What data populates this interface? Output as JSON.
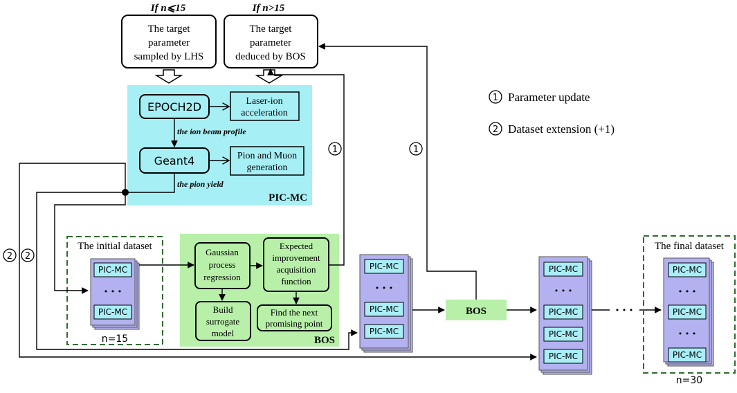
{
  "top": {
    "cond_left": "If n⩽15",
    "cond_right": "If n>15",
    "box_left": [
      "The target",
      "parameter",
      "sampled by LHS"
    ],
    "box_right": [
      "The target",
      "parameter",
      "deduced by BOS"
    ]
  },
  "picmc": {
    "label": "PIC-MC",
    "epoch": "EPOCH2D",
    "laser": [
      "Laser-ion",
      "acceleration"
    ],
    "beam_profile": "the ion beam profile",
    "geant": "Geant4",
    "pion": [
      "Pion and Muon",
      "generation"
    ],
    "pion_yield": "the pion yield"
  },
  "bos_panel": {
    "label": "BOS",
    "gpr": [
      "Gaussian",
      "process",
      "regression"
    ],
    "ei": [
      "Expected",
      "improvement",
      "acquisition",
      "function"
    ],
    "surrogate": [
      "Build",
      "surrogate",
      "model"
    ],
    "next_point": [
      "Find the next",
      "promising point"
    ]
  },
  "legend": {
    "item1_num": "1",
    "item1_text": "Parameter update",
    "item2_num": "2",
    "item2_text": "Dataset extension (+1)"
  },
  "markers": {
    "one": "1",
    "two": "2"
  },
  "datasets": {
    "initial_title": "The initial dataset",
    "initial_count": "n=15",
    "final_title": "The final dataset",
    "final_count": "n=30",
    "card": "PIC-MC",
    "dots": "• • •"
  },
  "bos_node": "BOS",
  "chain_dots": "• • •",
  "colors": {
    "cyan": "#a6eff5",
    "green": "#b8f0a9",
    "card_purple": "#b3b1ef",
    "card_cyan": "#a9eef7",
    "dash_green": "#2f6b2f"
  }
}
